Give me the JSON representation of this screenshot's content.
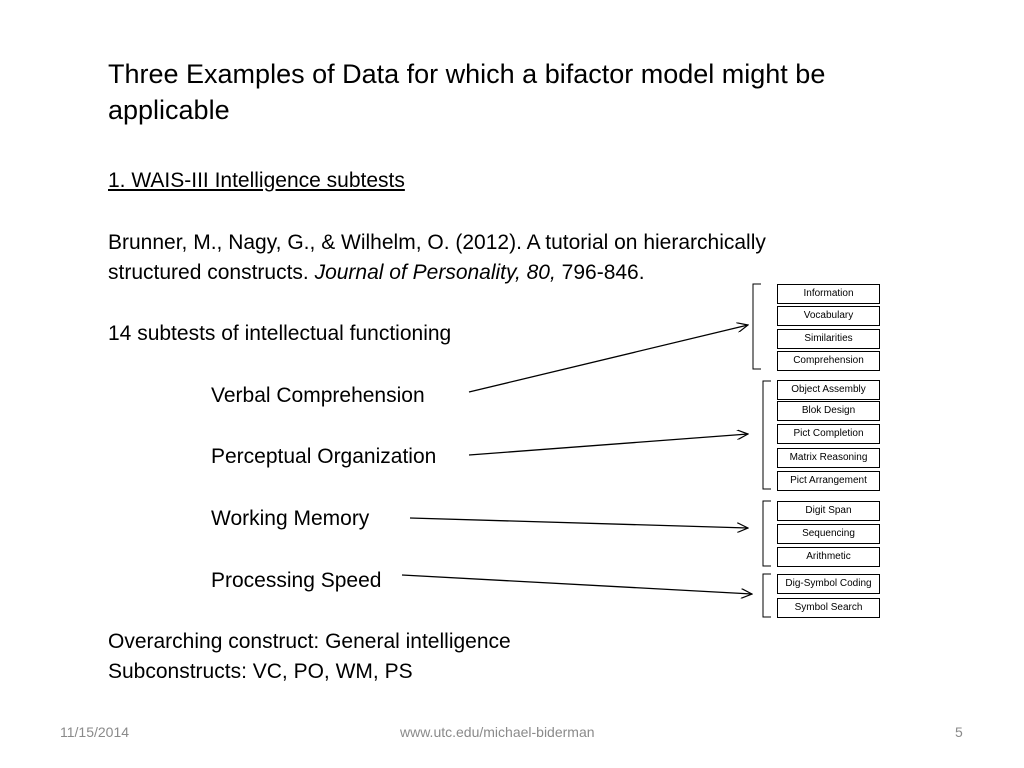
{
  "title": "Three Examples of Data for which a bifactor model might be applicable",
  "section_heading": "1.  WAIS-III  Intelligence subtests",
  "citation": {
    "line1": "Brunner, M., Nagy, G., & Wilhelm, O. (2012).  A tutorial on hierarchically",
    "line2_plain": "structured constructs.  ",
    "line2_italic": "Journal of Personality, 80,",
    "line2_end": " 796-846."
  },
  "subtests_intro": "14 subtests of intellectual functioning",
  "factors": [
    "Verbal Comprehension",
    "Perceptual Organization",
    "Working Memory",
    "Processing Speed"
  ],
  "overarching": "Overarching construct:  General intelligence",
  "subconstructs": "Subconstructs:  VC, PO, WM, PS",
  "subtest_groups": [
    [
      "Information",
      "Vocabulary",
      "Similarities",
      "Comprehension"
    ],
    [
      "Object Assembly",
      "Blok Design",
      "Pict Completion",
      "Matrix Reasoning",
      "Pict Arrangement"
    ],
    [
      "Digit Span",
      "Sequencing",
      "Arithmetic"
    ],
    [
      "Dig-Symbol Coding",
      "Symbol Search"
    ]
  ],
  "footer": {
    "date": "11/15/2014",
    "url": "www.utc.edu/michael-biderman",
    "page": "5"
  }
}
